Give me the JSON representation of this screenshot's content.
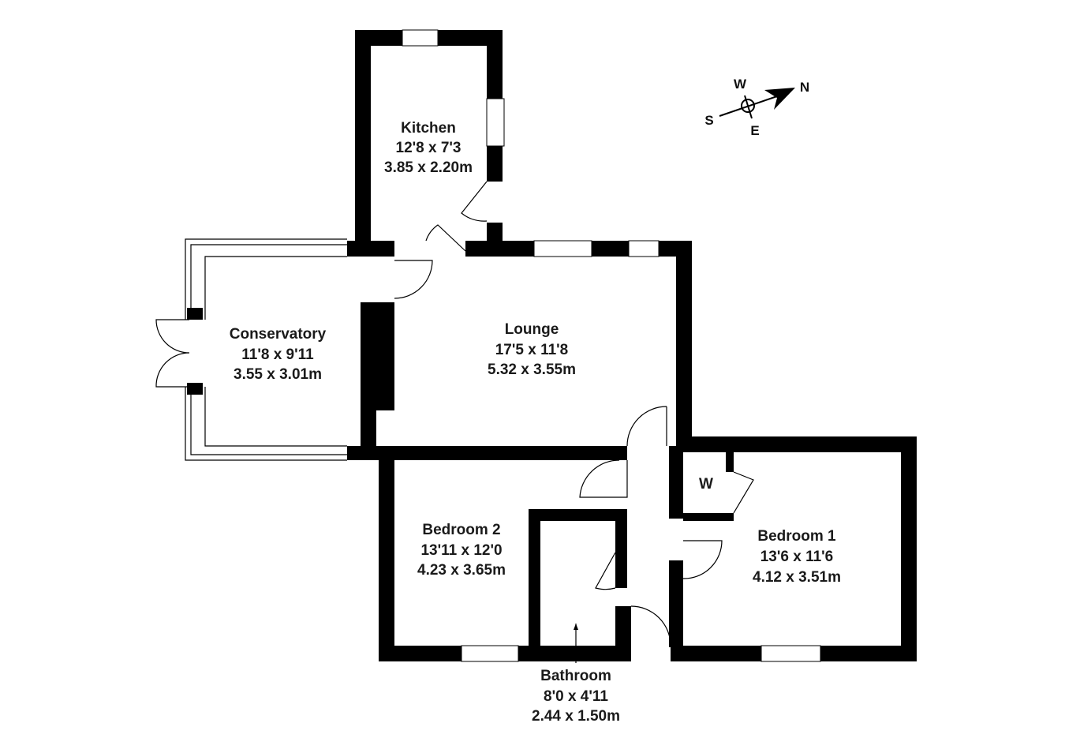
{
  "rooms": {
    "kitchen": {
      "name": "Kitchen",
      "imperial": "12'8 x 7'3",
      "metric": "3.85 x 2.20m"
    },
    "conservatory": {
      "name": "Conservatory",
      "imperial": "11'8 x 9'11",
      "metric": "3.55 x 3.01m"
    },
    "lounge": {
      "name": "Lounge",
      "imperial": "17'5 x 11'8",
      "metric": "5.32 x 3.55m"
    },
    "bedroom2": {
      "name": "Bedroom 2",
      "imperial": "13'11 x 12'0",
      "metric": "4.23 x 3.65m"
    },
    "bedroom1": {
      "name": "Bedroom 1",
      "imperial": "13'6 x 11'6",
      "metric": "4.12 x 3.51m"
    },
    "bathroom": {
      "name": "Bathroom",
      "imperial": "8'0 x 4'11",
      "metric": "2.44 x 1.50m"
    },
    "wardrobe": {
      "name": "W"
    }
  },
  "compass": {
    "n": "N",
    "s": "S",
    "e": "E",
    "w": "W"
  }
}
